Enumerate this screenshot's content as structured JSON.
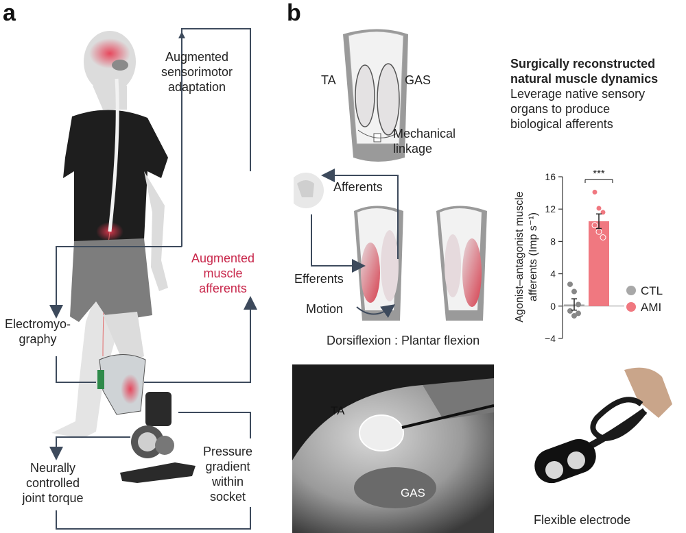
{
  "panel_a": {
    "letter": "a",
    "labels": {
      "sensorimotor": [
        "Augmented",
        "sensorimotor",
        "adaptation"
      ],
      "muscle_afferents": [
        "Augmented",
        "muscle",
        "afferents"
      ],
      "emg": [
        "Electromyo-",
        "graphy"
      ],
      "torque": [
        "Neurally",
        "controlled",
        "joint torque"
      ],
      "pressure": [
        "Pressure",
        "gradient",
        "within",
        "socket"
      ]
    }
  },
  "panel_b": {
    "letter": "b",
    "top_diagram": {
      "ta": "TA",
      "gas": "GAS",
      "linkage": [
        "Mechanical",
        "linkage"
      ]
    },
    "description": {
      "title": [
        "Surgically reconstructed",
        "natural muscle dynamics"
      ],
      "body": [
        "Leverage native sensory",
        "organs to produce",
        "biological afferents"
      ]
    },
    "middle_diagram": {
      "afferents": "Afferents",
      "efferents": "Efferents",
      "motion": "Motion",
      "caption": "Dorsiflexion : Plantar flexion"
    },
    "photo": {
      "ta": "TA",
      "gas": "GAS"
    },
    "electrode_caption": "Flexible electrode",
    "colors": {
      "ctl": "#a8a8a8",
      "ami": "#f07880",
      "muscle": "#d6404f",
      "arrow": "#3d4a5c"
    }
  },
  "chart_data": {
    "type": "bar",
    "categories": [
      "CTL",
      "AMI"
    ],
    "values": [
      0.2,
      10.5
    ],
    "errors": [
      0.7,
      0.9
    ],
    "points": [
      [
        2.7,
        1.8,
        0.2,
        -0.6,
        -1.2,
        -0.9
      ],
      [
        14.1,
        12.1,
        11.6,
        10.0,
        9.2,
        8.5
      ]
    ],
    "significance": "***",
    "ylabel": [
      "Agonist–antagonist muscle",
      "afferents (Imp s⁻¹)"
    ],
    "ylim": [
      -4,
      16
    ],
    "yticks": [
      -4,
      0,
      4,
      8,
      12,
      16
    ],
    "legend": [
      "CTL",
      "AMI"
    ],
    "legend_position": "right"
  }
}
